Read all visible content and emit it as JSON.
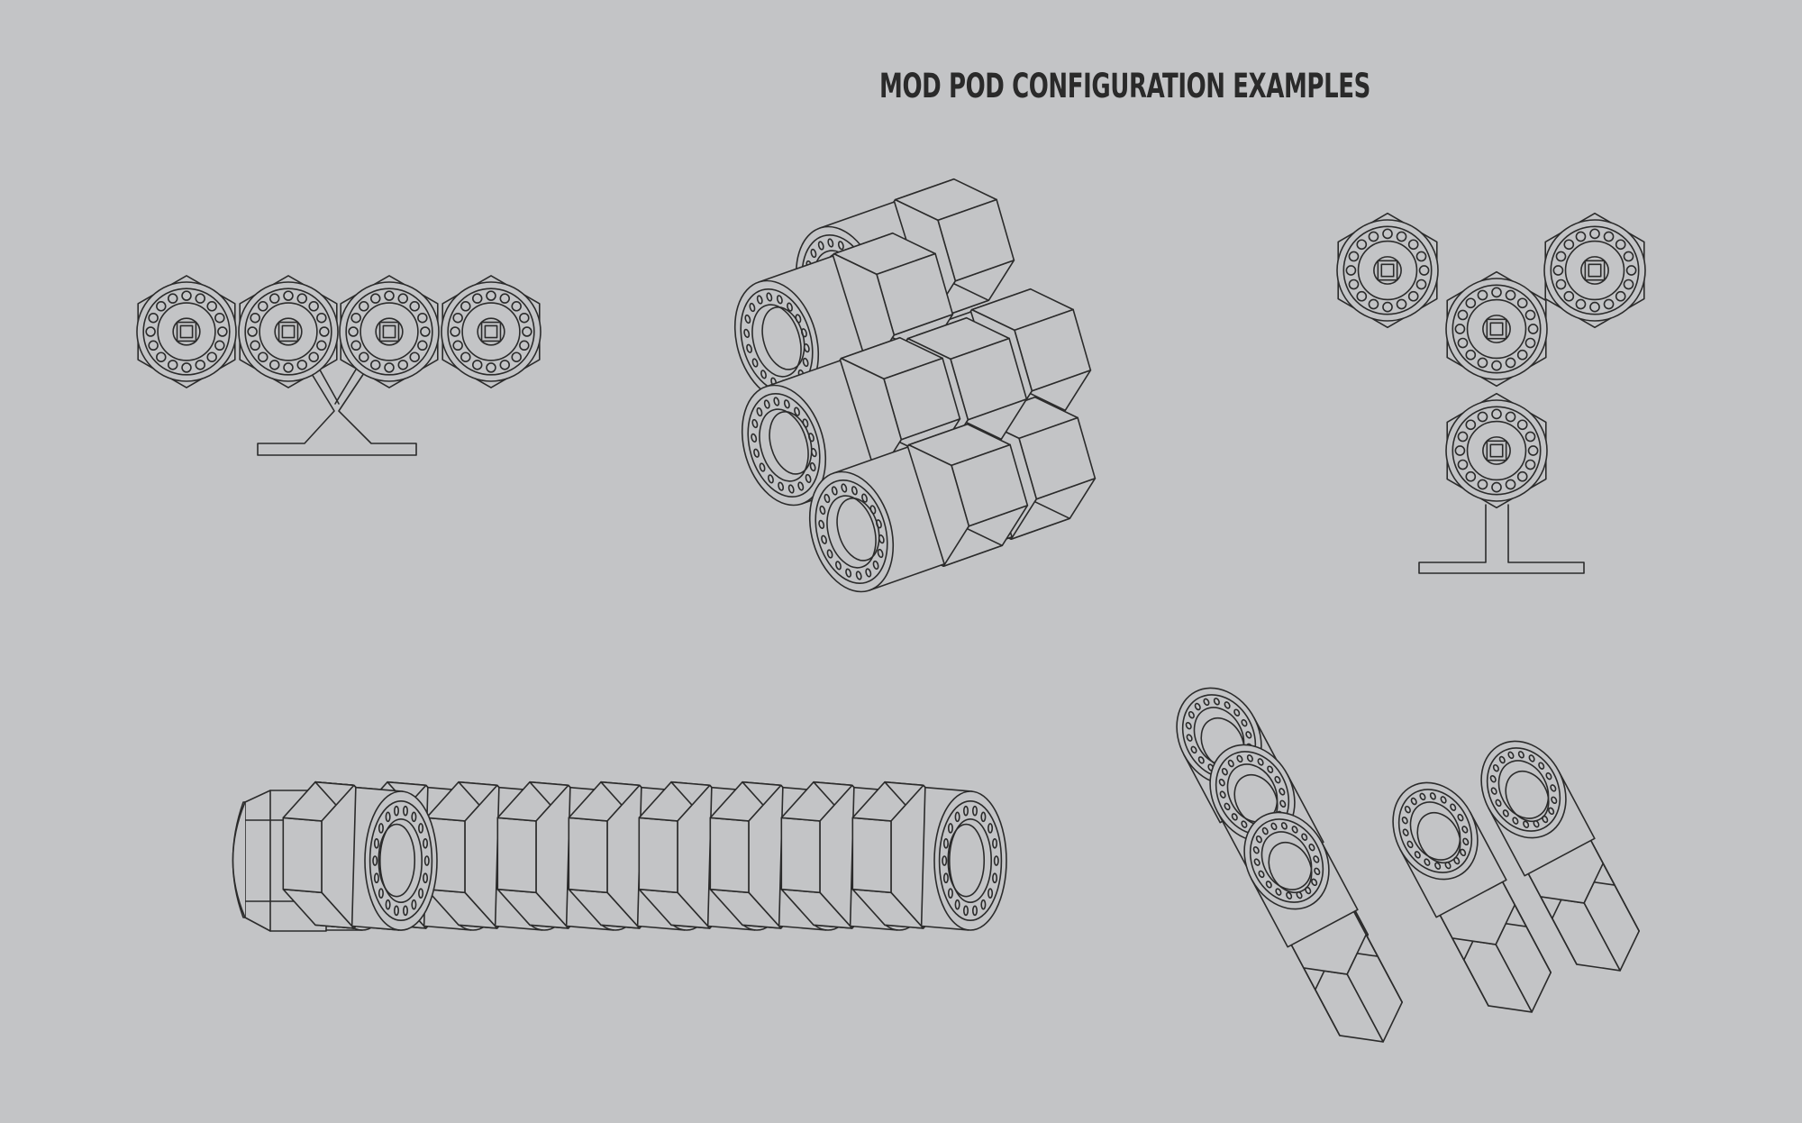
{
  "title": "MOD POD CONFIGURATION EXAMPLES",
  "colors": {
    "background": "#c3c4c6",
    "line": "#2b2b2b",
    "title": "#2a2a2a"
  },
  "configurations": [
    {
      "id": "linear-four-with-y-stand",
      "pods": 4,
      "stand": "y-stand"
    },
    {
      "id": "hex-cluster",
      "pods": 7,
      "stand": "none"
    },
    {
      "id": "triangle-four-with-t-stand",
      "pods": 4,
      "stand": "t-stand"
    },
    {
      "id": "long-row",
      "pods": 9,
      "stand": "none"
    },
    {
      "id": "angled-group",
      "pods": 5,
      "stand": "none"
    }
  ]
}
